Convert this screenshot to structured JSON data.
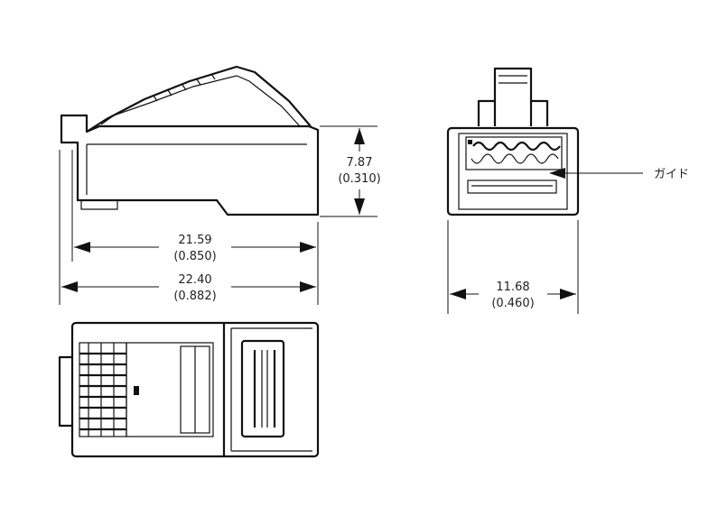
{
  "dimensions": {
    "height": {
      "mm": "7.87",
      "in": "(0.310)"
    },
    "body_length": {
      "mm": "21.59",
      "in": "(0.850)"
    },
    "overall_length": {
      "mm": "22.40",
      "in": "(0.882)"
    },
    "width": {
      "mm": "11.68",
      "in": "(0.460)"
    }
  },
  "callouts": {
    "guide": "ガイド"
  }
}
